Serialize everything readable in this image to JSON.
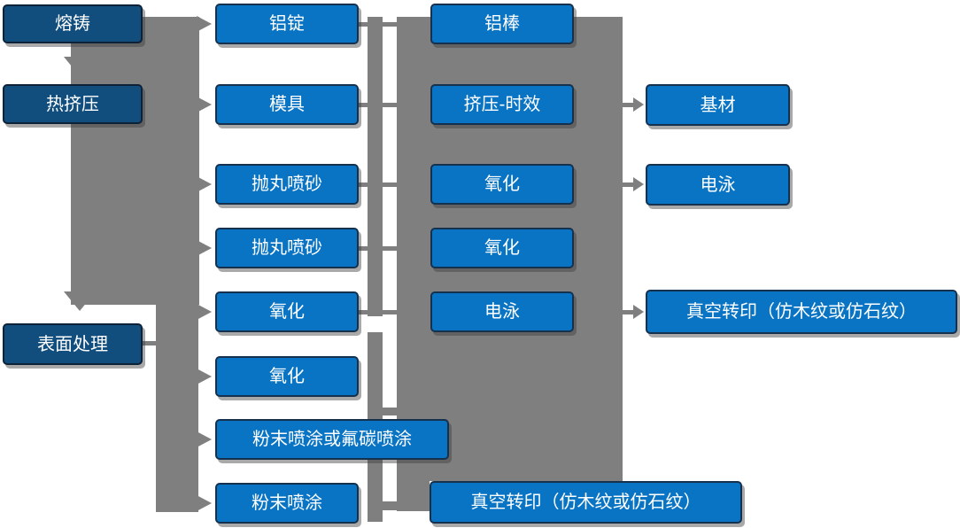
{
  "diagram": {
    "description": "Aluminum profile production process flowchart",
    "colors": {
      "node_fill": "#0a74c4",
      "node_fill_dark": "#114e7e",
      "node_border": "#16314d",
      "connector": "#7f7f7f",
      "text_color": "#ffffff"
    },
    "nodes": {
      "rongzhu": {
        "label": "熔铸"
      },
      "rejiya": {
        "label": "热挤压"
      },
      "biaomian": {
        "label": "表面处理"
      },
      "lvding": {
        "label": "铝锭"
      },
      "muju": {
        "label": "模具"
      },
      "paowan1": {
        "label": "抛丸喷砂"
      },
      "paowan2": {
        "label": "抛丸喷砂"
      },
      "yanghua_c2a": {
        "label": "氧化"
      },
      "yanghua_c2b": {
        "label": "氧化"
      },
      "fenmo_futan": {
        "label": "粉末喷涂或氟碳喷涂"
      },
      "fenmo": {
        "label": "粉末喷涂"
      },
      "lvbang": {
        "label": "铝棒"
      },
      "jiya_shixiao": {
        "label": "挤压-时效"
      },
      "yanghua_c3a": {
        "label": "氧化"
      },
      "yanghua_c3b": {
        "label": "氧化"
      },
      "dianyong_c3": {
        "label": "电泳"
      },
      "zhenkong_c3": {
        "label": "真空转印（仿木纹或仿石纹）"
      },
      "jicai": {
        "label": "基材"
      },
      "dianyong_c4": {
        "label": "电泳"
      },
      "zhenkong_c4": {
        "label": "真空转印（仿木纹或仿石纹）"
      }
    }
  }
}
